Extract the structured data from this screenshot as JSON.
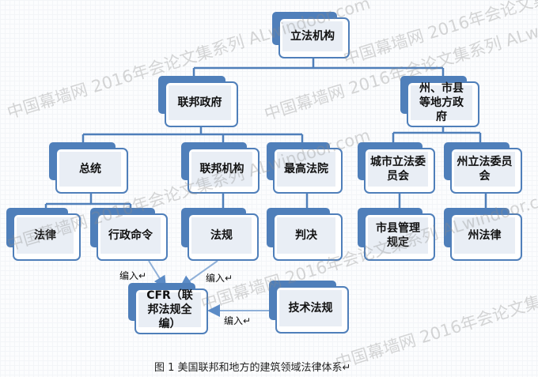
{
  "colors": {
    "box_border": "#4f7fba",
    "box_fill": "#e9eef5",
    "line": "#4f7fba"
  },
  "nodes": {
    "legislature": "立法机构",
    "federal_gov": "联邦政府",
    "local_gov": "州、市县等地方政府",
    "president": "总统",
    "federal_agency": "联邦机构",
    "supreme_court": "最高法院",
    "city_committee": "城市立法委员会",
    "state_committee": "州立法委员会",
    "law": "法律",
    "executive_order": "行政命令",
    "regulation": "法规",
    "ruling": "判决",
    "county_rules": "市县管理规定",
    "state_law": "州法律",
    "cfr": "CFR（联邦法规全编）",
    "tech_reg": "技术法规"
  },
  "edge_labels": [
    "编入↵",
    "编入↵",
    "编入↵"
  ],
  "caption": "图 1  美国联邦和地方的建筑领域法律体系↵",
  "watermark": "中国幕墙网 2016年会论文集系列 ALwindoor.com"
}
